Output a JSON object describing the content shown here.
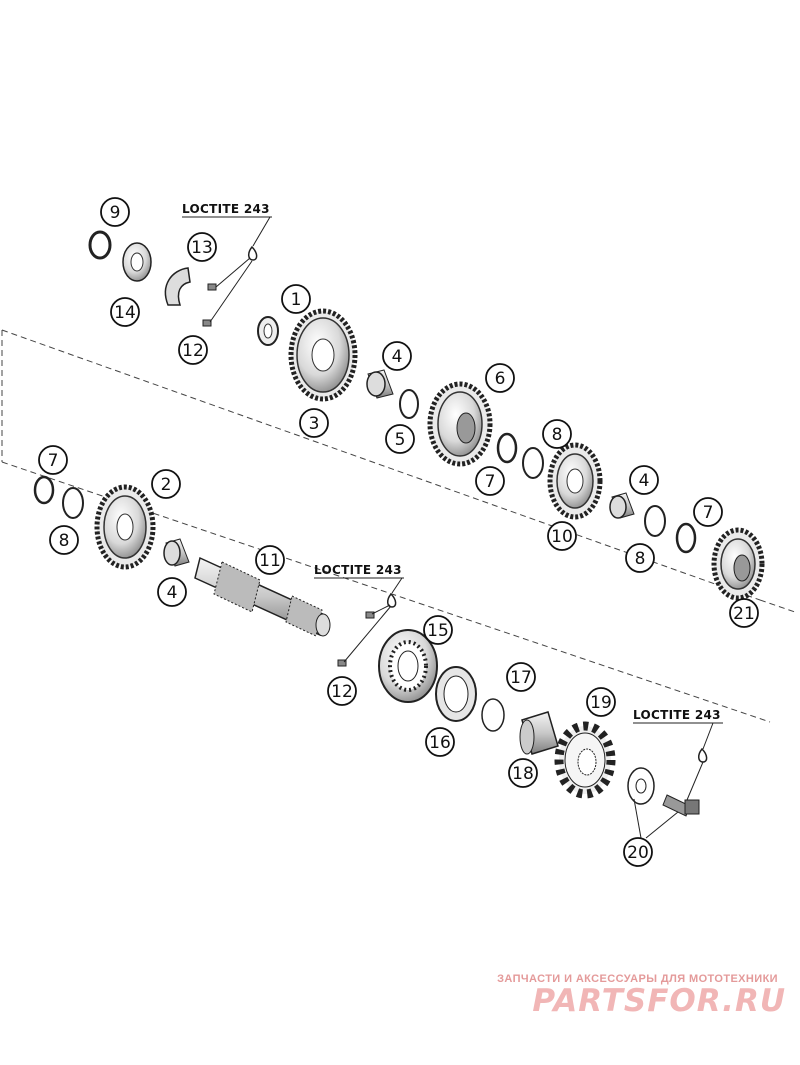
{
  "callouts": {
    "c1": "1",
    "c2": "2",
    "c3": "3",
    "c4a": "4",
    "c4b": "4",
    "c4c": "4",
    "c5": "5",
    "c6": "6",
    "c7a": "7",
    "c7b": "7",
    "c7c": "7",
    "c8a": "8",
    "c8b": "8",
    "c8c": "8",
    "c9": "9",
    "c10": "10",
    "c11": "11",
    "c12a": "12",
    "c12b": "12",
    "c13": "13",
    "c14": "14",
    "c15": "15",
    "c16": "16",
    "c17": "17",
    "c18": "18",
    "c19": "19",
    "c20": "20",
    "c21": "21"
  },
  "notes": {
    "loctite_1": "LOCTITE 243",
    "loctite_2": "LOCTITE 243",
    "loctite_3": "LOCTITE 243"
  },
  "watermark": {
    "tagline": "ЗАПЧАСТИ И АКСЕССУАРЫ ДЛЯ МОТОТЕХНИКИ",
    "logo": "PARTSFOR.RU",
    "color": "#e8a0a0"
  }
}
